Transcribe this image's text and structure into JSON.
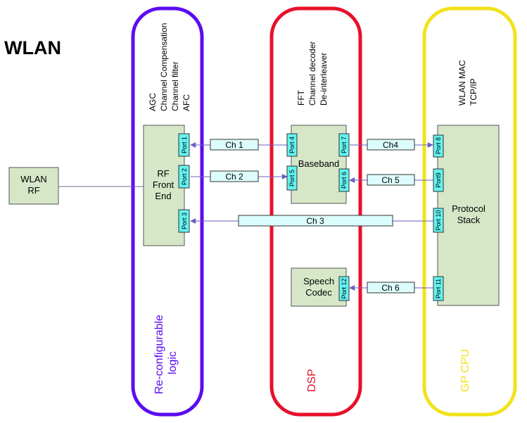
{
  "title": "WLAN",
  "colors": {
    "reconfig": "#5b0cf0",
    "dsp": "#e8102a",
    "gpcpu": "#f1e21c",
    "block_fill": "#d6e7c8",
    "port_fill": "#62f3f1",
    "channel_fill": "#ddfdfd",
    "arrow": "#6a5fc0"
  },
  "domains": {
    "reconfig": {
      "label_line1": "Re-configurable",
      "label_line2": "logic",
      "functions": [
        "AGC",
        "Channel Compensation",
        "Channel filter",
        "AFC"
      ]
    },
    "dsp": {
      "label": "DSP",
      "functions": [
        "FFT",
        "Channel decoder",
        "De-interleaver"
      ]
    },
    "gpcpu": {
      "label": "GP CPU",
      "functions": [
        "WLAN MAC",
        "TCP/IP"
      ]
    }
  },
  "blocks": {
    "wlan_rf": [
      "WLAN",
      "RF"
    ],
    "rf_front_end": [
      "RF",
      "Front",
      "End"
    ],
    "baseband": [
      "Baseband"
    ],
    "speech_codec": [
      "Speech",
      "Codec"
    ],
    "protocol_stack": [
      "Protocol",
      "Stack"
    ]
  },
  "ports": {
    "p1": "Port 1",
    "p2": "Port 2",
    "p3": "Port 3",
    "p4": "Port 4",
    "p5": "Port 5",
    "p6": "Port 6",
    "p7": "Port 7",
    "p8": "Port 8",
    "p9": "Port9",
    "p10": "Port 10",
    "p11": "Port 11",
    "p12": "Port 12"
  },
  "channels": {
    "ch1": "Ch 1",
    "ch2": "Ch 2",
    "ch3": "Ch 3",
    "ch4": "Ch4",
    "ch5": "Ch 5",
    "ch6": "Ch 6"
  }
}
